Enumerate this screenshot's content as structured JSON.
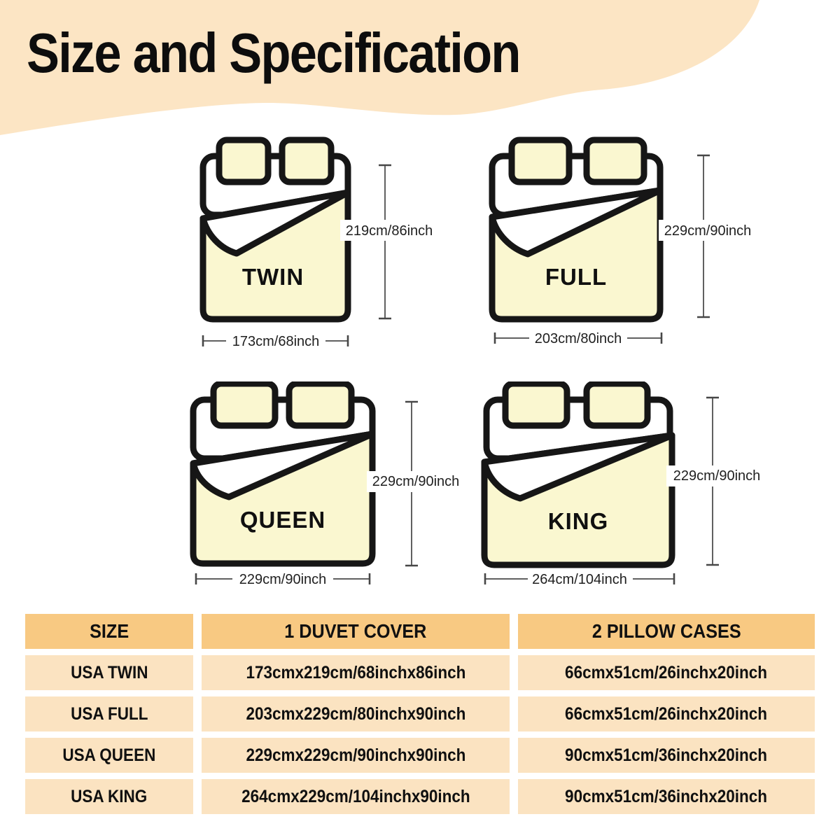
{
  "header": {
    "title": "Size and Specification"
  },
  "beds": [
    {
      "name": "TWIN",
      "height_label": "219cm/86inch",
      "width_label": "173cm/68inch"
    },
    {
      "name": "FULL",
      "height_label": "229cm/90inch",
      "width_label": "203cm/80inch"
    },
    {
      "name": "QUEEN",
      "height_label": "229cm/90inch",
      "width_label": "229cm/90inch"
    },
    {
      "name": "KING",
      "height_label": "229cm/90inch",
      "width_label": "264cm/104inch"
    }
  ],
  "table": {
    "headers": [
      "SIZE",
      "1 DUVET COVER",
      "2 PILLOW CASES"
    ],
    "rows": [
      [
        "USA TWIN",
        "173cmx219cm/68inchx86inch",
        "66cmx51cm/26inchx20inch"
      ],
      [
        "USA FULL",
        "203cmx229cm/80inchx90inch",
        "66cmx51cm/26inchx20inch"
      ],
      [
        "USA QUEEN",
        "229cmx229cm/90inchx90inch",
        "90cmx51cm/36inchx20inch"
      ],
      [
        "USA KING",
        "264cmx229cm/104inchx90inch",
        "90cmx51cm/36inchx20inch"
      ]
    ]
  },
  "colors": {
    "banner": "#fce5c4",
    "table_header_bg": "#f8c982",
    "table_row_bg": "#fbe3c1",
    "bed_fill": "#faf7d0",
    "outline": "#161616"
  }
}
